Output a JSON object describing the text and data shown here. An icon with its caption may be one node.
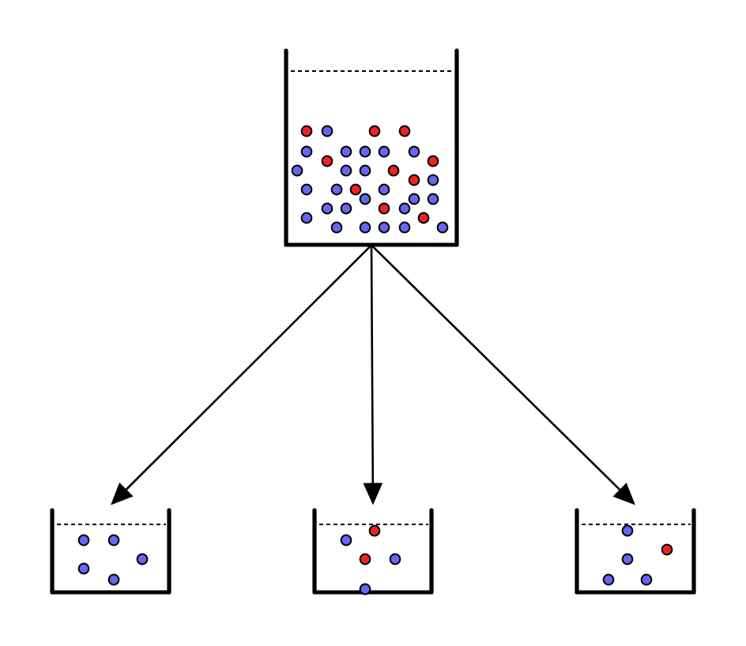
{
  "diagram": {
    "nodes": [
      {
        "text": [],
        "shape": "beaker"
      },
      {
        "text": [],
        "shape": "beaker"
      },
      {
        "text": [],
        "shape": "beaker"
      },
      {
        "text": [],
        "shape": "beaker"
      }
    ],
    "edges": [
      {
        "from": 0,
        "to": 1,
        "arrow": "to"
      },
      {
        "from": 0,
        "to": 2,
        "arrow": "to"
      },
      {
        "from": 0,
        "to": 3,
        "arrow": "to"
      }
    ]
  }
}
